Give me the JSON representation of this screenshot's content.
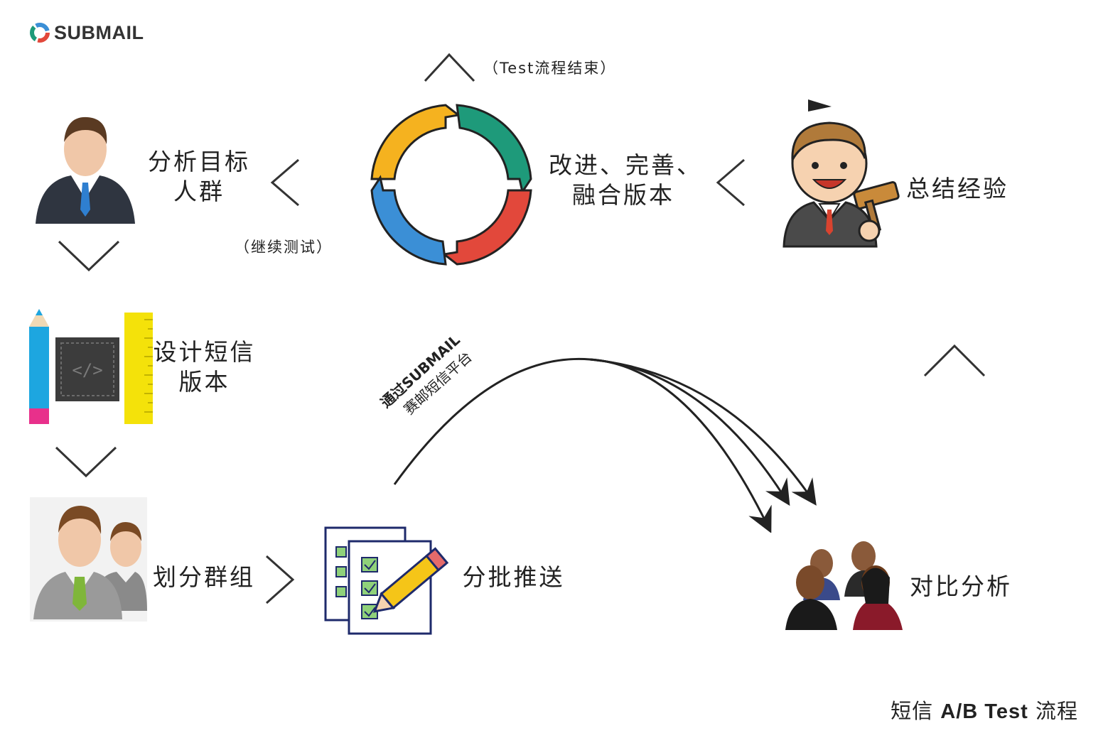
{
  "logo": {
    "text": "SUBMAIL"
  },
  "labels": {
    "target": "分析目标\n人群",
    "design": "设计短信\n版本",
    "group": "划分群组",
    "batch_send": "分批推送",
    "improve": "改进、完善、\n融合版本",
    "summary": "总结经验",
    "compare": "对比分析"
  },
  "notes": {
    "test_end": "（Test流程结束）",
    "continue_test": "（继续测试）"
  },
  "curve_label": {
    "line1": "通过SUBMAIL",
    "line2": "赛邮短信平台"
  },
  "footer": {
    "prefix": "短信 ",
    "bold": "A/B Test",
    "suffix": " 流程"
  },
  "colors": {
    "cycle_yellow": "#f5b21f",
    "cycle_green": "#1e9a7a",
    "cycle_blue": "#3b8fd6",
    "cycle_red": "#e2483b",
    "logo_ring": "#e2483b"
  }
}
